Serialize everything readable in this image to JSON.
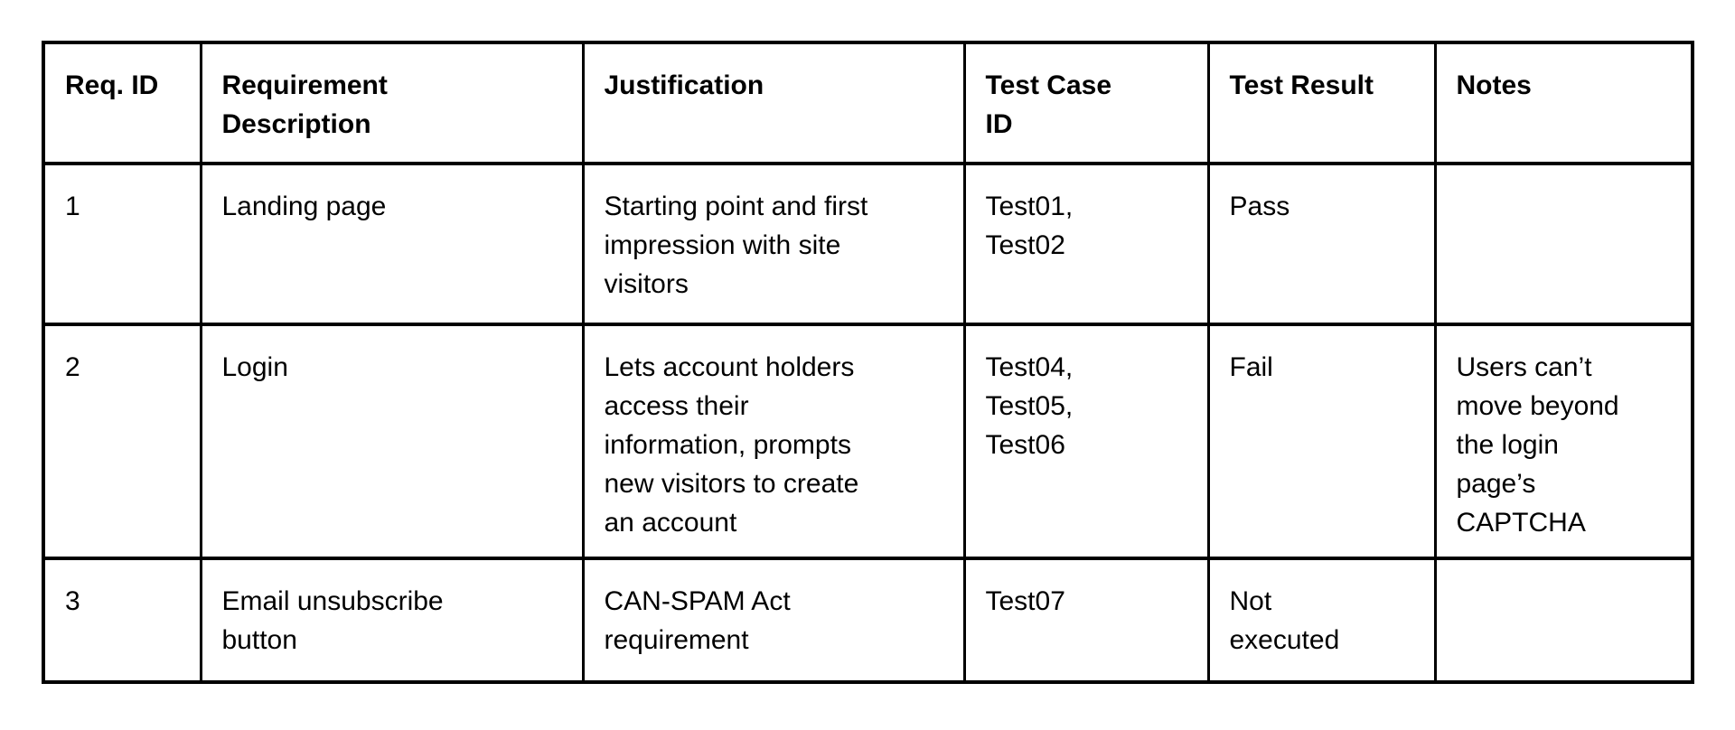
{
  "colors": {
    "border": "#000000",
    "text": "#000000",
    "background": "#ffffff"
  },
  "table": {
    "columns": [
      "Req. ID",
      "Requirement\nDescription",
      "Justification",
      "Test Case\nID",
      "Test Result",
      "Notes"
    ],
    "rows": [
      {
        "req_id": "1",
        "description": "Landing page",
        "justification": "Starting point and first\nimpression with site\nvisitors",
        "test_case_id": "Test01,\nTest02",
        "test_result": "Pass",
        "notes": ""
      },
      {
        "req_id": "2",
        "description": "Login",
        "justification": "Lets account holders\naccess their\ninformation, prompts\nnew visitors to create\nan account",
        "test_case_id": "Test04,\nTest05,\nTest06",
        "test_result": "Fail",
        "notes": "Users can’t\nmove beyond\nthe login\npage’s\nCAPTCHA"
      },
      {
        "req_id": "3",
        "description": "Email unsubscribe\nbutton",
        "justification": "CAN-SPAM Act\nrequirement",
        "test_case_id": "Test07",
        "test_result": "Not\nexecuted",
        "notes": ""
      }
    ]
  }
}
